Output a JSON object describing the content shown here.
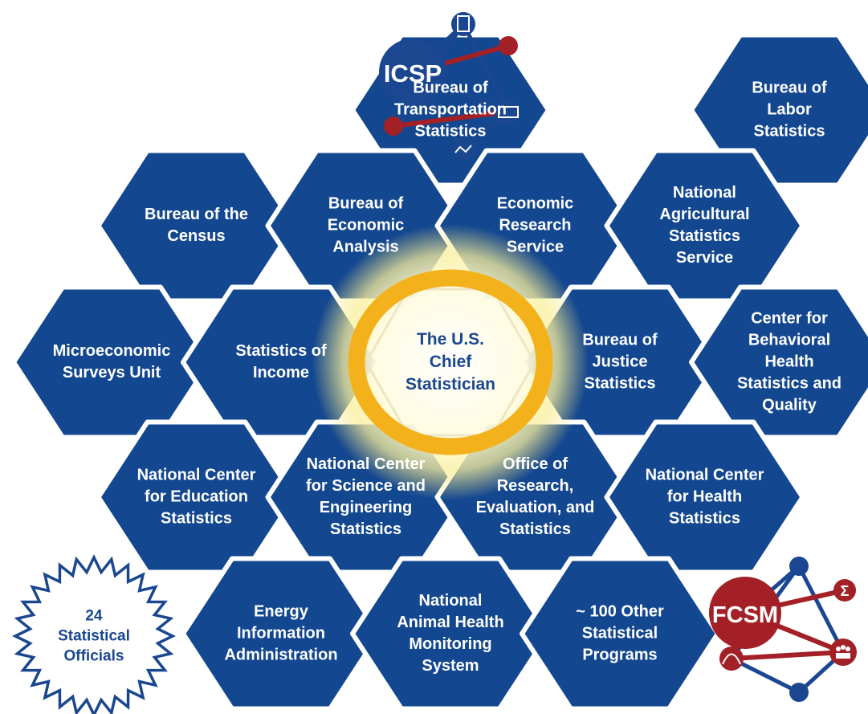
{
  "colors": {
    "hex_fill": "#134790",
    "hex_text": "#ffffff",
    "center_ring": "#f3b21b",
    "glow": "#fff3a0",
    "accent_red": "#a32026",
    "star_outline": "#1a4790"
  },
  "center": {
    "label": "The U.S.\nChief\nStatistician"
  },
  "hexagons": [
    {
      "id": "bts",
      "label": "Bureau of\nTransportation\nStatistics",
      "col": 0,
      "row": 0
    },
    {
      "id": "bls",
      "label": "Bureau of\nLabor\nStatistics",
      "col": 2,
      "row": 0
    },
    {
      "id": "census",
      "label": "Bureau of the\nCensus",
      "col": -1,
      "row": 1
    },
    {
      "id": "bea",
      "label": "Bureau of\nEconomic\nAnalysis",
      "col": 0,
      "row": 1
    },
    {
      "id": "ers",
      "label": "Economic\nResearch\nService",
      "col": 1,
      "row": 1
    },
    {
      "id": "nass",
      "label": "National\nAgricultural\nStatistics\nService",
      "col": 2,
      "row": 1
    },
    {
      "id": "msu",
      "label": "Microeconomic\nSurveys Unit",
      "col": -2,
      "row": 2
    },
    {
      "id": "soi",
      "label": "Statistics of\nIncome",
      "col": -1,
      "row": 2
    },
    {
      "id": "bjs",
      "label": "Bureau of\nJustice\nStatistics",
      "col": 1,
      "row": 2
    },
    {
      "id": "cbhsq",
      "label": "Center for\nBehavioral\nHealth\nStatistics and\nQuality",
      "col": 2,
      "row": 2
    },
    {
      "id": "nces",
      "label": "National Center\nfor Education\nStatistics",
      "col": -1,
      "row": 3
    },
    {
      "id": "ncses",
      "label": "National Center\nfor Science and\nEngineering\nStatistics",
      "col": 0,
      "row": 3
    },
    {
      "id": "ores",
      "label": "Office of\nResearch,\nEvaluation, and\nStatistics",
      "col": 1,
      "row": 3
    },
    {
      "id": "nchs",
      "label": "National Center\nfor Health\nStatistics",
      "col": 2,
      "row": 3
    },
    {
      "id": "eia",
      "label": "Energy\nInformation\nAdministration",
      "col": -1,
      "row": 4
    },
    {
      "id": "nahms",
      "label": "National\nAnimal Health\nMonitoring\nSystem",
      "col": 0,
      "row": 4
    },
    {
      "id": "other",
      "label": "~ 100 Other\nStatistical\nPrograms",
      "col": 1,
      "row": 4
    }
  ],
  "badge": {
    "label": "24\nStatistical\nOfficials"
  },
  "logos": {
    "icsp": "ICSP",
    "fcsm": "FCSM",
    "sigma": "Σ"
  },
  "icons": [
    "network-icon",
    "clipboard-icon",
    "building-icon",
    "trend-icon",
    "sigma-icon",
    "people-icon",
    "bell-curve-icon",
    "starburst-badge"
  ]
}
